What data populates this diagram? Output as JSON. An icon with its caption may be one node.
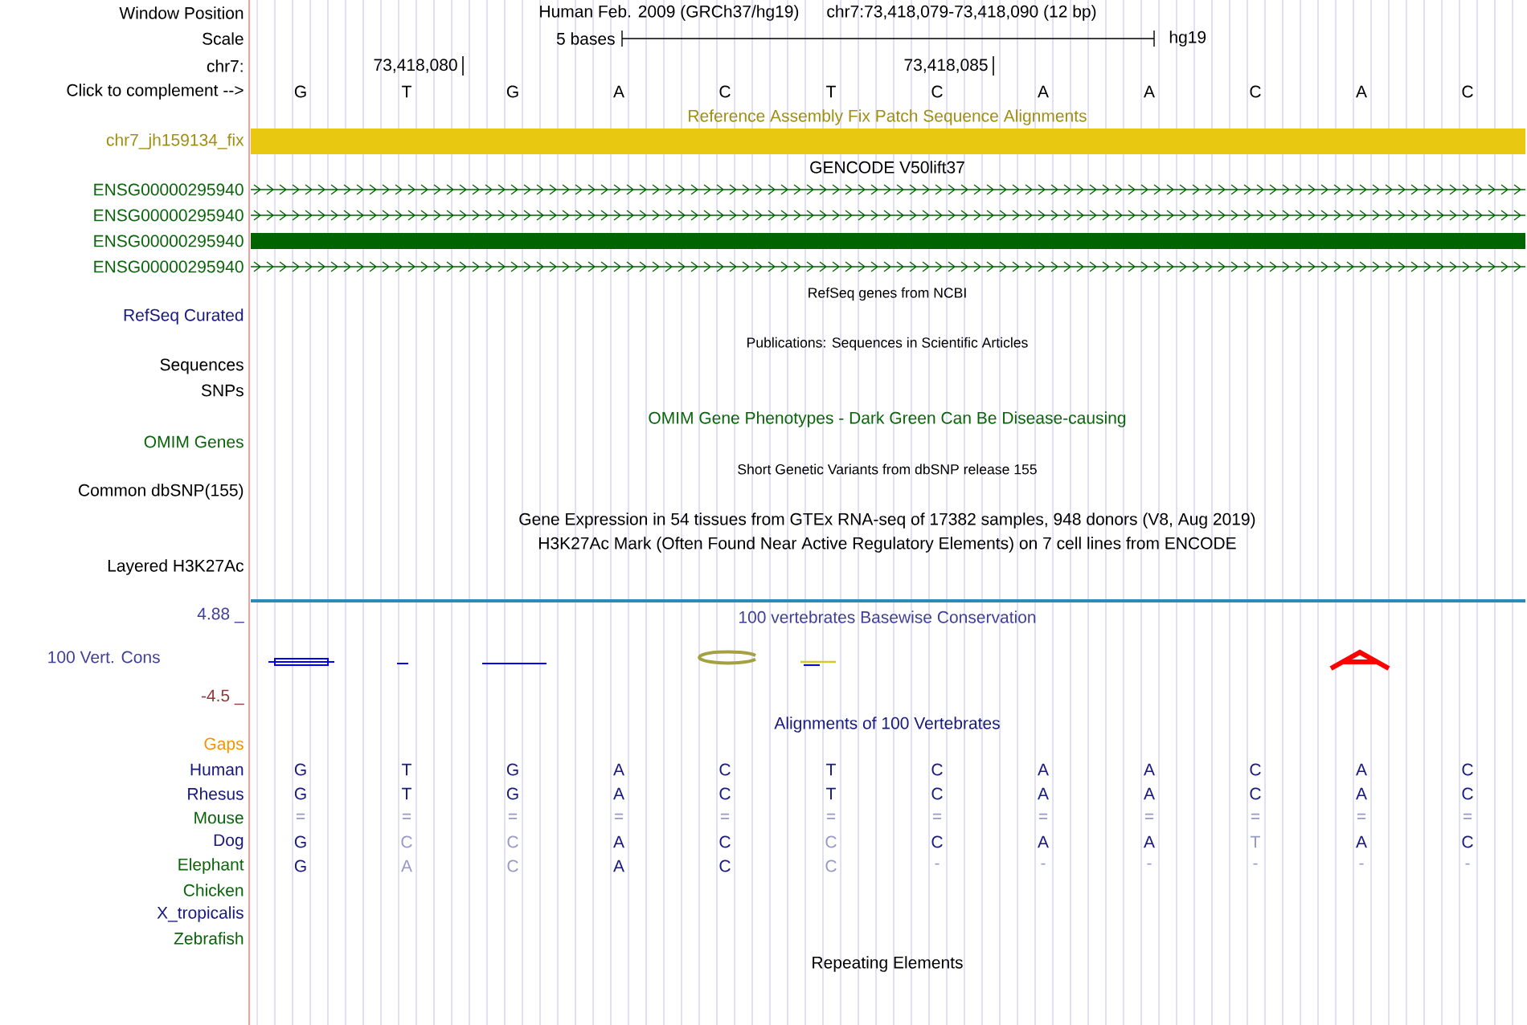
{
  "diagram": {
    "labels": [
      "Window Position",
      "Human Feb. 2009 (GRCh37/hg19)",
      "chr7:73,418,079-73,418,090 (12 bp)",
      "Scale",
      "5 bases",
      "hg19",
      "chr7:",
      "73,418,080",
      "73,418,085",
      "Click to complement -->",
      "G",
      "T",
      "G",
      "A",
      "C",
      "T",
      "C",
      "A",
      "A",
      "C",
      "A",
      "C",
      "Reference Assembly Fix Patch Sequence Alignments",
      "chr7_jh159134_fix",
      "GENCODE V50lift37",
      "ENSG00000295940",
      "ENSG00000295940",
      "ENSG00000295940",
      "ENSG00000295940",
      "RefSeq genes from NCBI",
      "RefSeq Curated",
      "Publications: Sequences in Scientific Articles",
      "Sequences",
      "SNPs",
      "OMIM Gene Phenotypes - Dark Green Can Be Disease-causing",
      "OMIM Genes",
      "Short Genetic Variants from dbSNP release 155",
      "Common dbSNP(155)",
      "Gene Expression in 54 tissues from GTEx RNA-seq of 17382 samples, 948 donors (V8, Aug 2019)",
      "H3K27Ac Mark (Often Found Near Active Regulatory Elements) on 7 cell lines from ENCODE",
      "Layered H3K27Ac",
      "4.88 _",
      "100 vertebrates Basewise Conservation",
      "100 Vert. Cons",
      "-4.5 _",
      "Alignments of 100 Vertebrates",
      "Gaps",
      "Human",
      "Rhesus",
      "Mouse",
      "Dog",
      "Elephant",
      "Chicken",
      "X_tropicalis",
      "Zebrafish",
      "G",
      "T",
      "G",
      "A",
      "C",
      "T",
      "C",
      "A",
      "A",
      "C",
      "A",
      "C",
      "G",
      "T",
      "G",
      "A",
      "C",
      "T",
      "C",
      "A",
      "A",
      "C",
      "A",
      "C",
      "=",
      "=",
      "=",
      "=",
      "=",
      "=",
      "=",
      "=",
      "=",
      "=",
      "=",
      "=",
      "G",
      "C",
      "C",
      "A",
      "C",
      "C",
      "C",
      "A",
      "A",
      "T",
      "A",
      "C",
      "G",
      "A",
      "C",
      "A",
      "C",
      "C",
      "-",
      "-",
      "-",
      "-",
      "-",
      "-",
      "Repeating Elements"
    ]
  }
}
